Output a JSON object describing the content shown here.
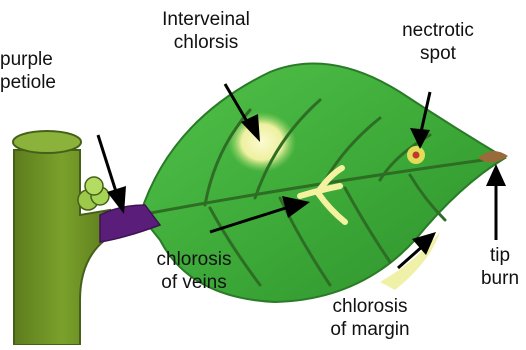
{
  "labels": {
    "interveinal_chlorosis": [
      "Interveinal",
      "chlorsis"
    ],
    "purple_petiole": [
      "purple",
      "petiole"
    ],
    "necrotic_spot": [
      "nectrotic",
      "spot"
    ],
    "chlorosis_of_veins": [
      "chlorosis",
      "of veins"
    ],
    "chlorosis_of_margin": [
      "chlorosis",
      "of margin"
    ],
    "tip_burn": [
      "tip",
      "burn"
    ]
  },
  "colors": {
    "leaf": "#3aa636",
    "leaf_dark": "#2c7f2a",
    "vein": "#2e6e24",
    "stem": "#6b8e23",
    "stem_dark": "#4e6a18",
    "petiole_purple": "#5a1e7a",
    "chlorosis": "#f2f0a8",
    "tip_burn": "#9a6b3a",
    "spot_ring": "#d8d24a",
    "spot_center": "#c0392b",
    "arrow": "#000000",
    "text": "#111111"
  }
}
